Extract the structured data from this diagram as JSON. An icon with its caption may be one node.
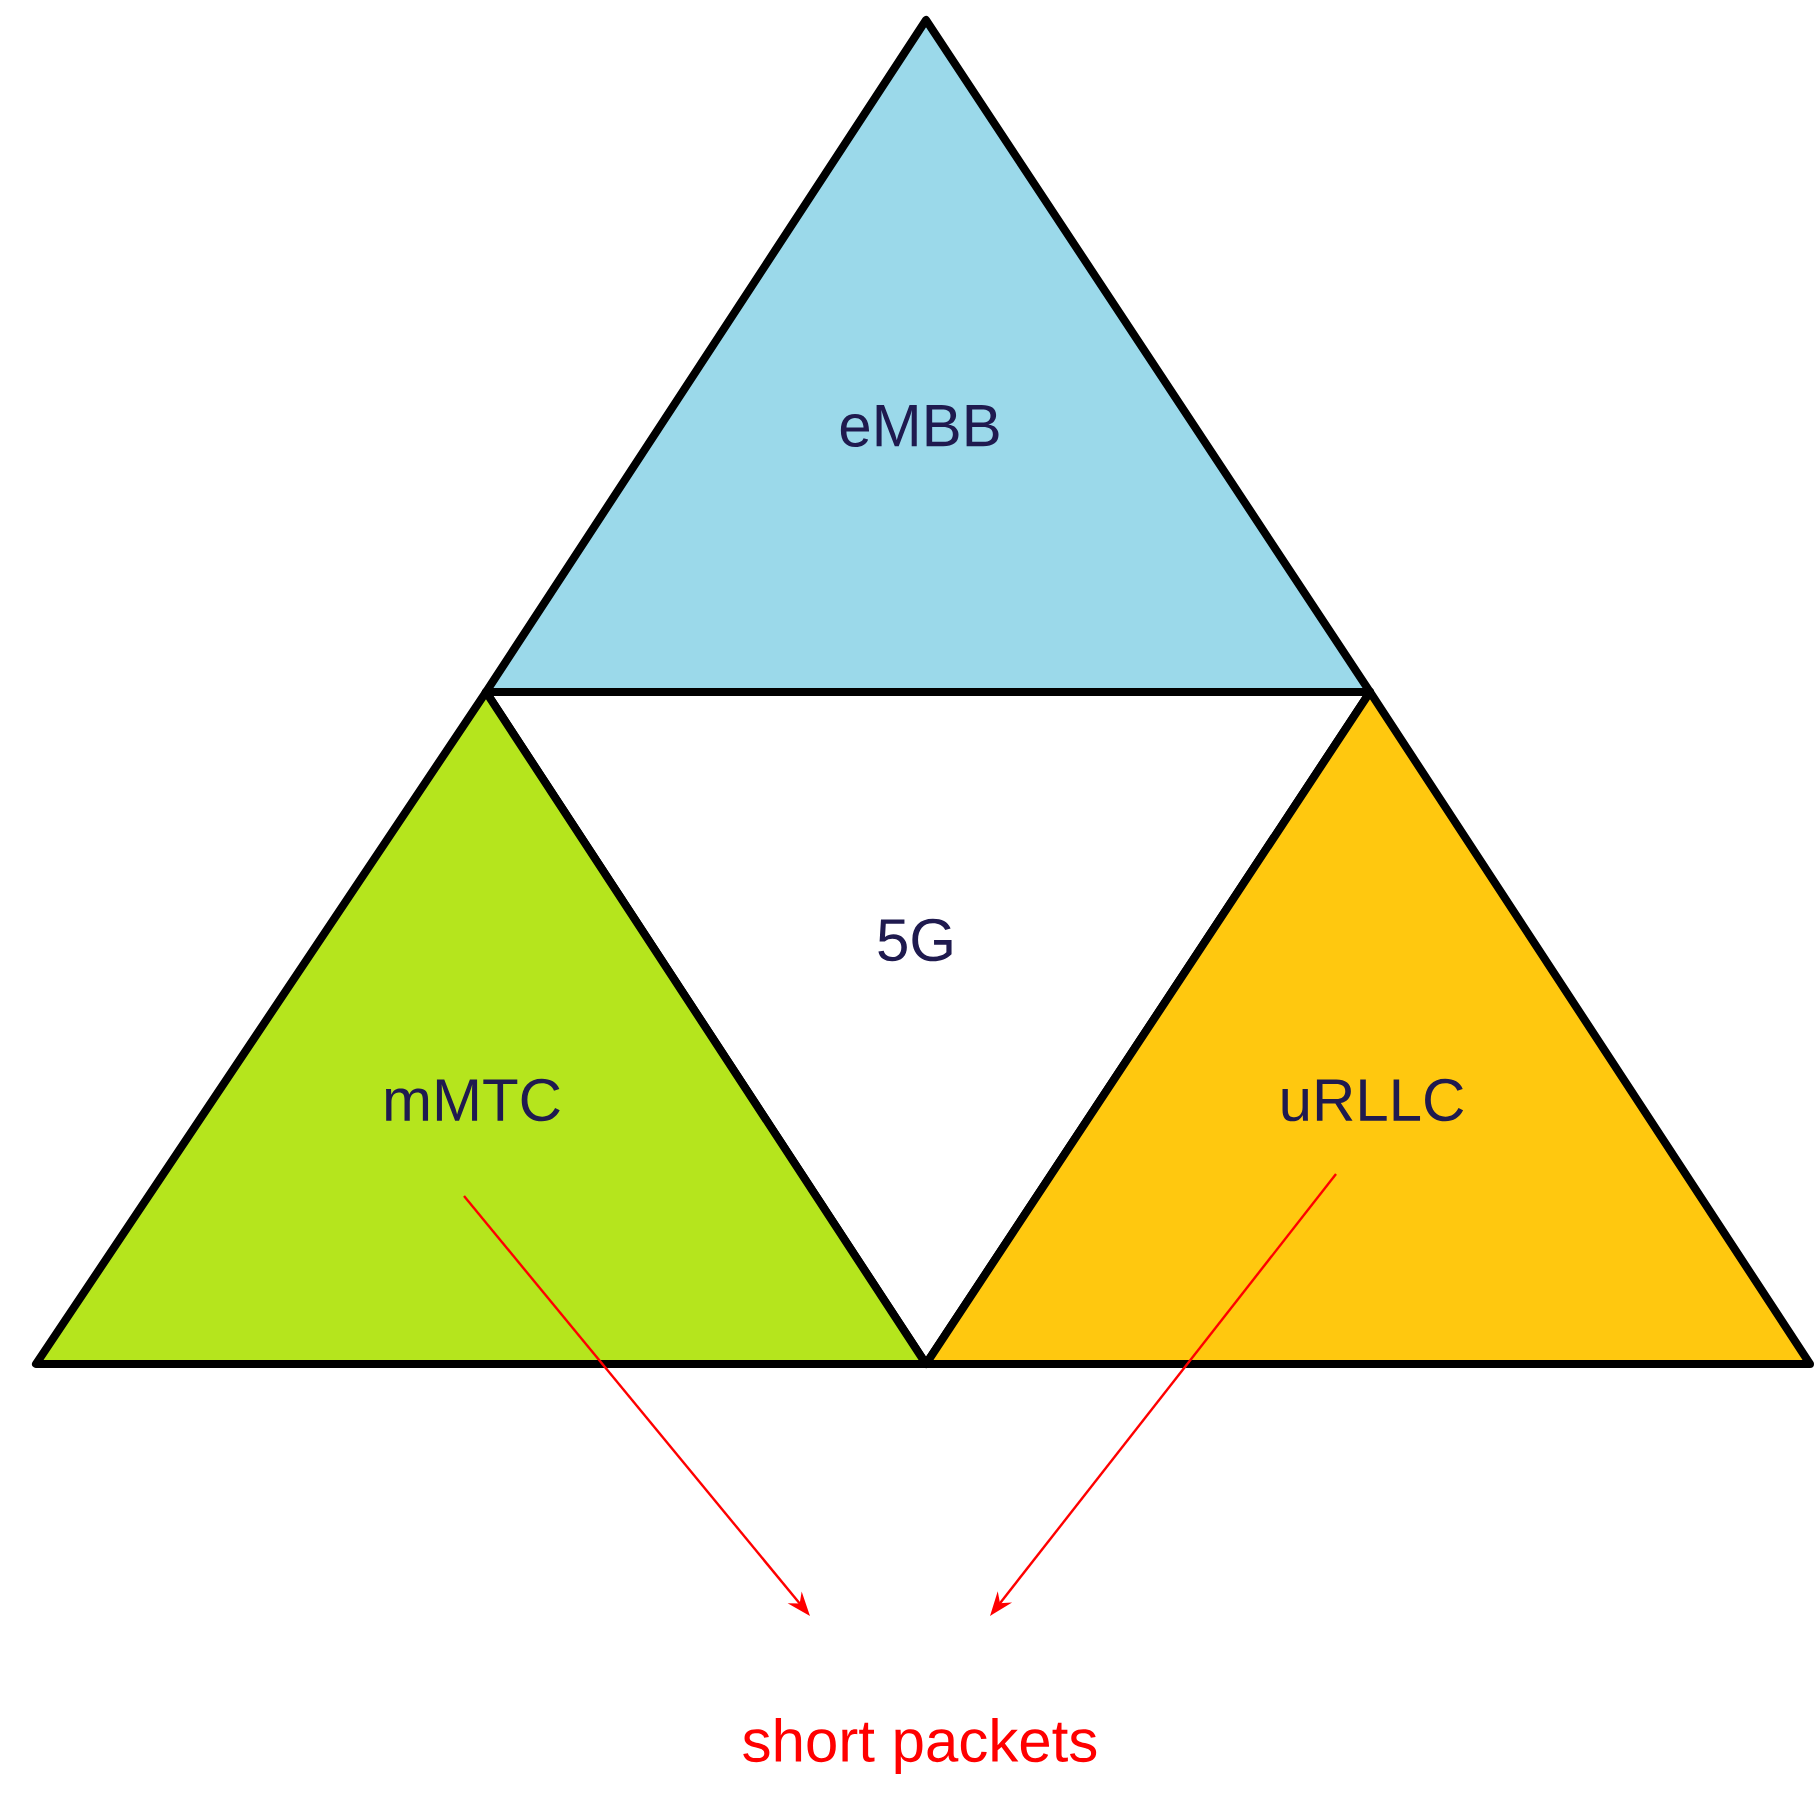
{
  "diagram": {
    "nodes": [
      {
        "text": [
          "eMBB"
        ]
      },
      {
        "text": [
          "5G"
        ]
      },
      {
        "text": [
          "mMTC"
        ]
      },
      {
        "text": [
          "uRLLC"
        ]
      },
      {
        "text": [
          "short packets"
        ]
      }
    ],
    "edges": [
      {
        "from": 2,
        "to": 4,
        "arrow": "to",
        "color": "#ff0000"
      },
      {
        "from": 3,
        "to": 4,
        "arrow": "to",
        "color": "#ff0000"
      }
    ]
  }
}
